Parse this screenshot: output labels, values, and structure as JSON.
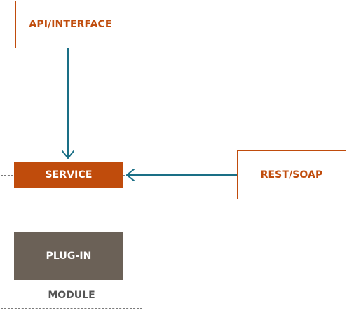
{
  "diagram": {
    "nodes": {
      "api_interface": {
        "label": "API/INTERFACE"
      },
      "service": {
        "label": "SERVICE"
      },
      "rest_soap": {
        "label": "REST/SOAP"
      },
      "plug_in": {
        "label": "PLUG-IN"
      }
    },
    "group": {
      "label": "MODULE"
    },
    "edges": [
      {
        "from": "api_interface",
        "to": "service"
      },
      {
        "from": "rest_soap",
        "to": "service"
      }
    ],
    "colors": {
      "accent": "#c04c0c",
      "plugin_fill": "#6b6157",
      "connector": "#1a6f86",
      "group_border": "#7a7a7a",
      "group_label": "#555555"
    }
  }
}
